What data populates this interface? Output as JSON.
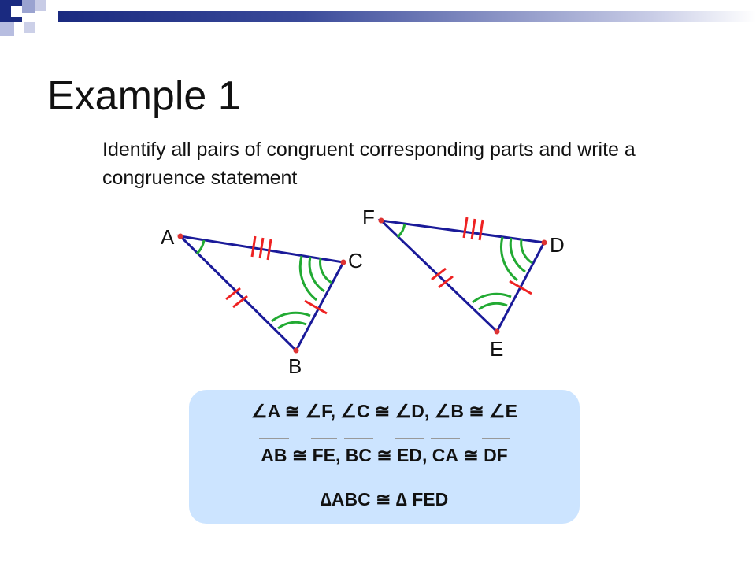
{
  "slide": {
    "title": "Example 1",
    "subtitle": "Identify all pairs of congruent corresponding parts and write a congruence statement"
  },
  "diagram": {
    "triangle1": {
      "labels": {
        "A": "A",
        "B": "B",
        "C": "C"
      }
    },
    "triangle2": {
      "labels": {
        "F": "F",
        "D": "D",
        "E": "E"
      }
    },
    "colors": {
      "sides": "#1a1a99",
      "ticks": "#ee2222",
      "angles": "#22aa33",
      "vertices": "#dd3333"
    }
  },
  "answer": {
    "angles": {
      "a1": "A",
      "a2": "F",
      "b1": "C",
      "b2": "D",
      "c1": "B",
      "c2": "E"
    },
    "segments": {
      "s1": "AB",
      "s2": "FE",
      "s3": "BC",
      "s4": "ED",
      "s5": "CA",
      "s6": "DF"
    },
    "congruence": {
      "left": "ABC",
      "right": "FED"
    },
    "box_color": "#cce4ff"
  }
}
